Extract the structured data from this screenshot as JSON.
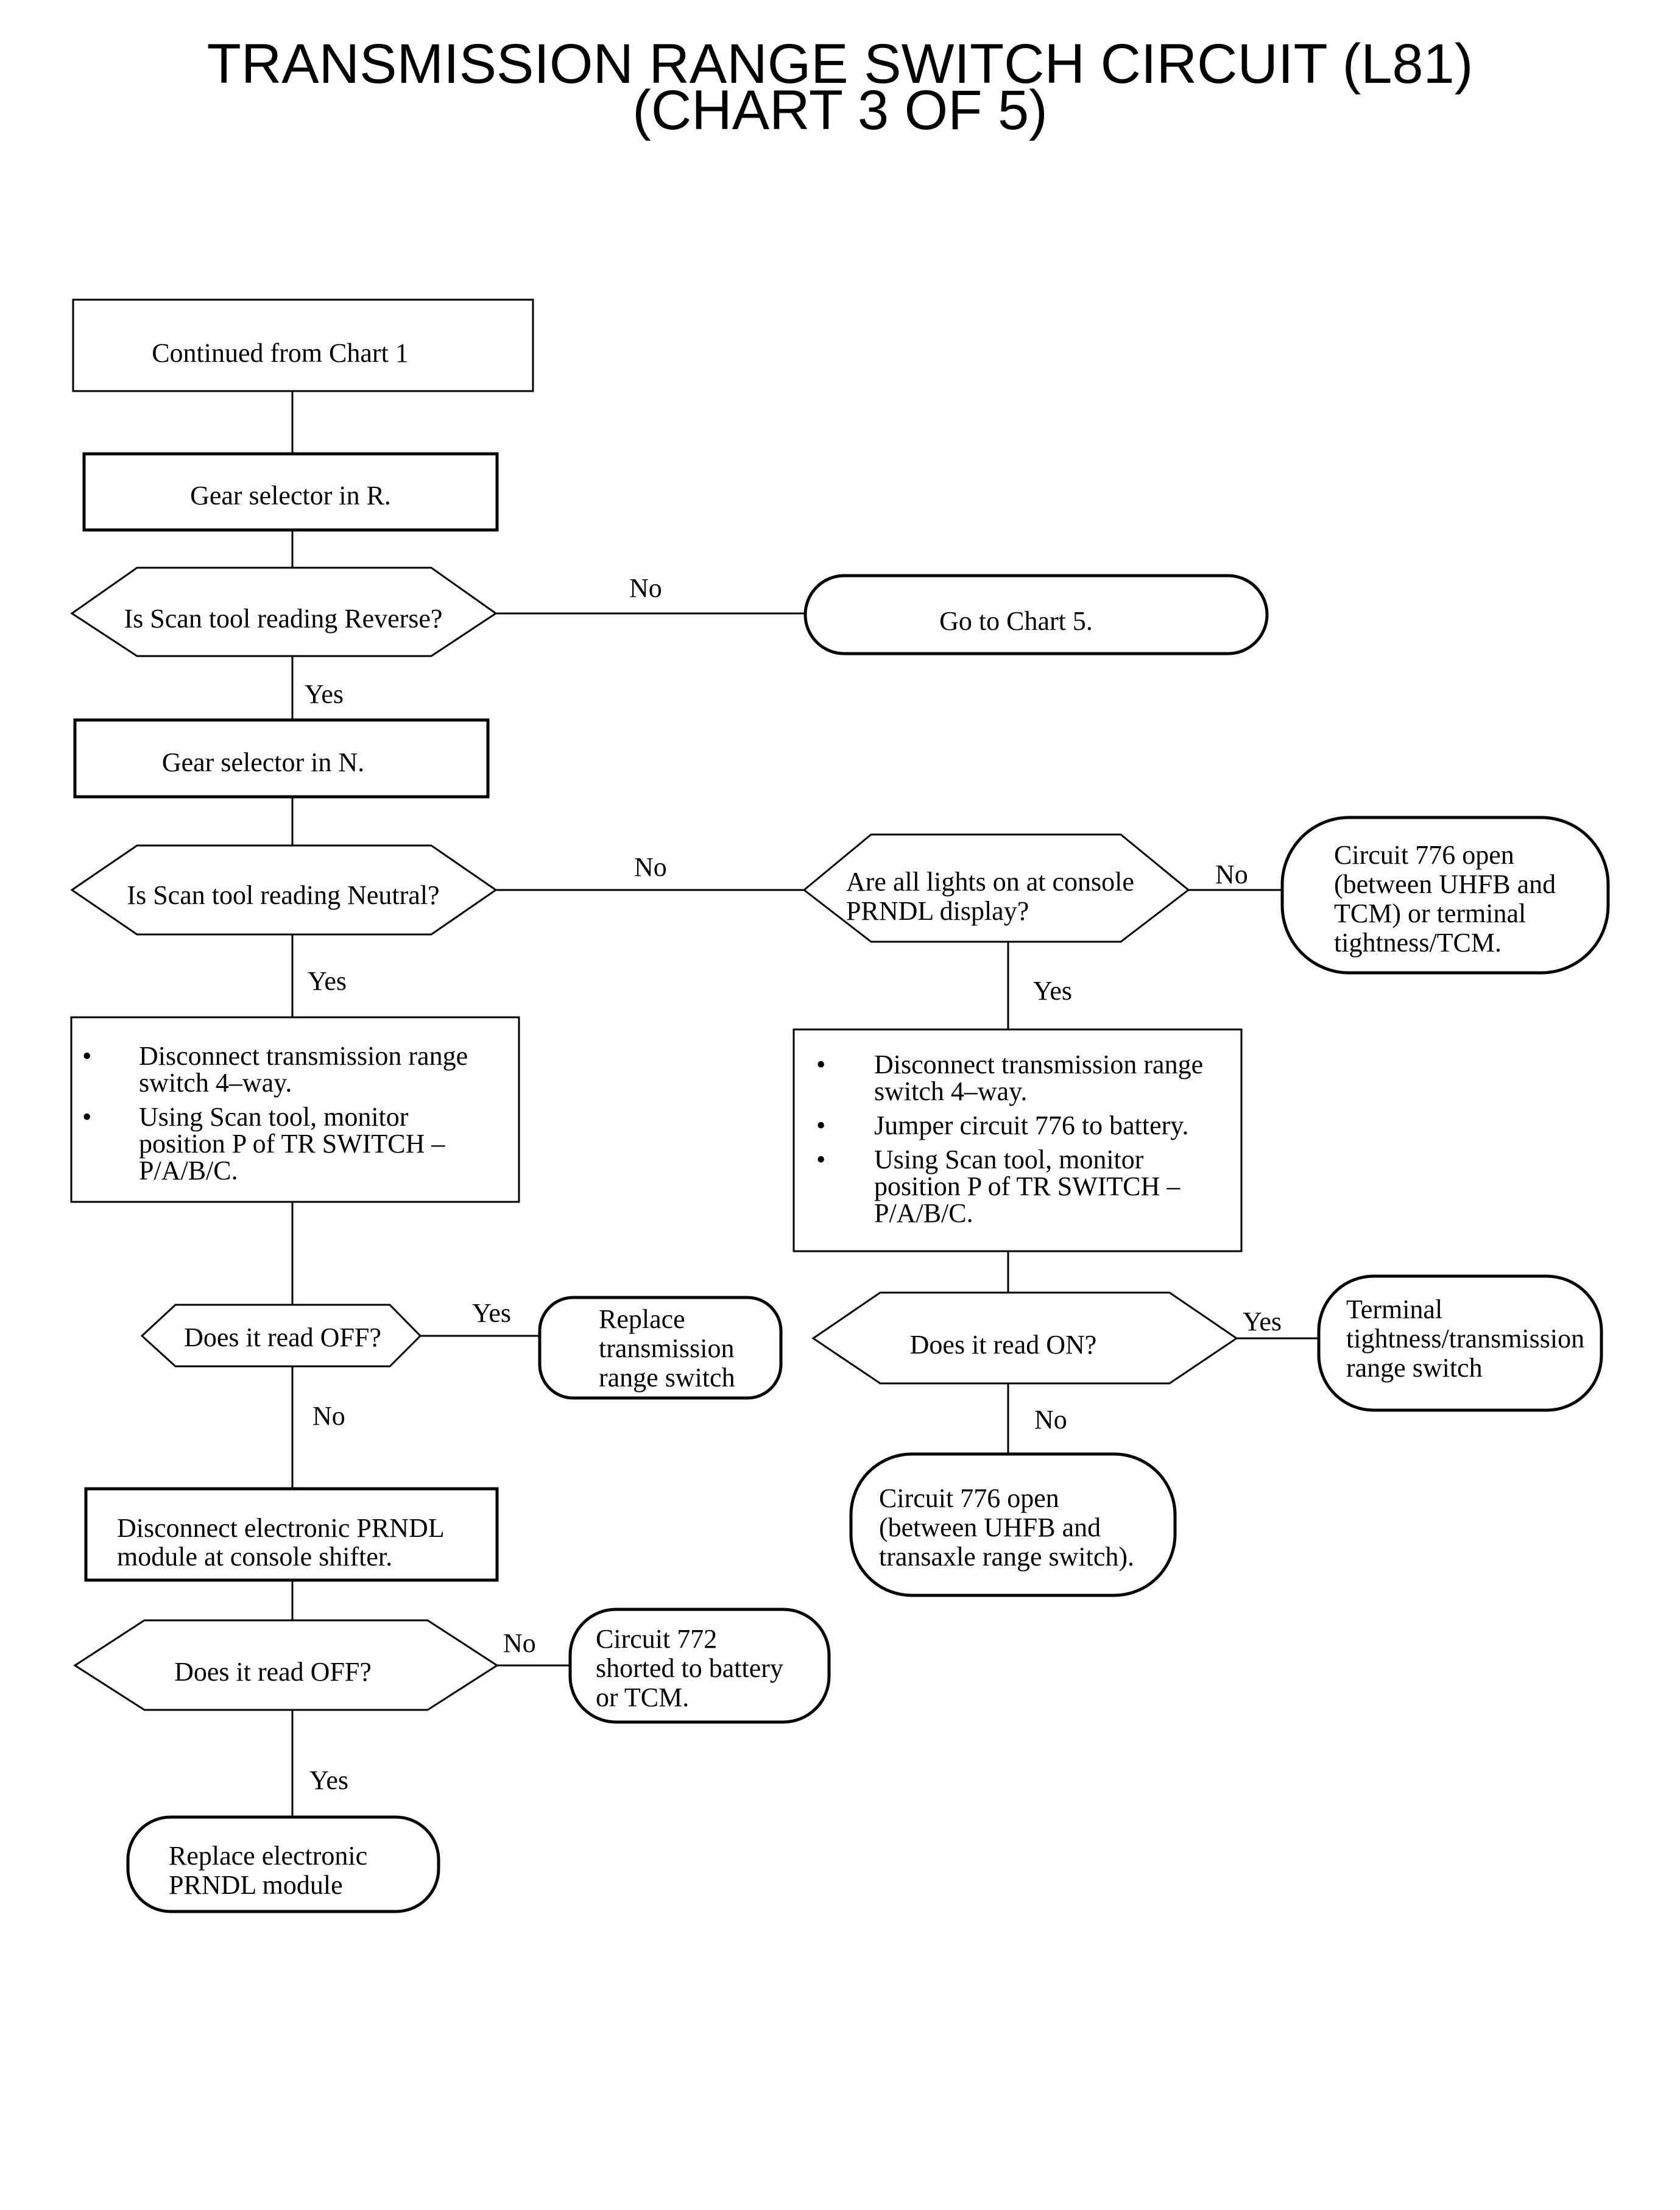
{
  "title": {
    "line1": "TRANSMISSION RANGE SWITCH CIRCUIT (L81)",
    "line2": "(CHART 3 OF 5)"
  },
  "nodes": {
    "continued": "Continued from Chart 1",
    "gear_r": "Gear selector in R.",
    "q_reverse": "Is Scan tool reading Reverse?",
    "go_chart5": "Go to Chart 5.",
    "gear_n": "Gear selector in N.",
    "q_neutral": "Is Scan tool reading Neutral?",
    "q_lights": {
      "line1": "Are all lights on at console",
      "line2": "PRNDL display?"
    },
    "circuit776_tcm": {
      "line1": "Circuit 776 open",
      "line2": "(between UHFB and",
      "line3": "TCM) or terminal",
      "line4": "tightness/TCM."
    },
    "left_steps": {
      "bullet": "•",
      "b1_l1": "Disconnect transmission range",
      "b1_l2": "switch 4–way.",
      "b2_l1": "Using Scan tool, monitor",
      "b2_l2": "position P of TR SWITCH –",
      "b2_l3": "P/A/B/C."
    },
    "right_steps": {
      "bullet": "•",
      "b1_l1": "Disconnect transmission range",
      "b1_l2": "switch 4–way.",
      "b2_l1": "Jumper circuit 776 to battery.",
      "b3_l1": "Using Scan tool, monitor",
      "b3_l2": "position P of TR SWITCH –",
      "b3_l3": "P/A/B/C."
    },
    "q_off1": "Does it read OFF?",
    "replace_trs": {
      "line1": "Replace",
      "line2": "transmission",
      "line3": "range switch"
    },
    "q_on": "Does it read ON?",
    "terminal_tightness": {
      "line1": "Terminal",
      "line2": "tightness/transmission",
      "line3": "range switch"
    },
    "circuit776_transaxle": {
      "line1": "Circuit 776 open",
      "line2": "(between UHFB and",
      "line3": "transaxle range switch)."
    },
    "disconnect_prndl": {
      "line1": "Disconnect electronic PRNDL",
      "line2": "module at console shifter."
    },
    "q_off2": "Does it read OFF?",
    "circuit772": {
      "line1": "Circuit 772",
      "line2": "shorted to battery",
      "line3": "or TCM."
    },
    "replace_prndl": {
      "line1": "Replace electronic",
      "line2": "PRNDL module"
    }
  },
  "edge_labels": {
    "reverse_no": "No",
    "reverse_yes": "Yes",
    "neutral_no": "No",
    "neutral_yes": "Yes",
    "lights_no": "No",
    "lights_yes": "Yes",
    "off1_yes": "Yes",
    "off1_no": "No",
    "on_yes": "Yes",
    "on_no": "No",
    "off2_no": "No",
    "off2_yes": "Yes"
  }
}
